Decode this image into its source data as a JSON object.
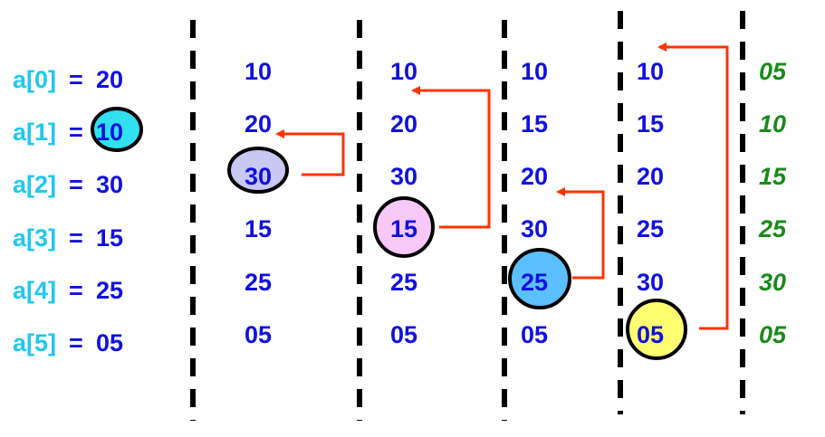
{
  "colors": {
    "index_label": "#1ec8f0",
    "value": "#1010e0",
    "final_value": "#1a8a1a",
    "arrow": "#ff3300",
    "divider": "#000000",
    "circle_cyan": "#30e0f0",
    "circle_lavender": "#c8c8f2",
    "circle_pink": "#f8c8f8",
    "circle_blue": "#5ac0ff",
    "circle_yellow": "#ffff70"
  },
  "initial_array": [
    {
      "index": "a[0]",
      "eq": "=",
      "value": "20"
    },
    {
      "index": "a[1]",
      "eq": "=",
      "value": "10"
    },
    {
      "index": "a[2]",
      "eq": "=",
      "value": "30"
    },
    {
      "index": "a[3]",
      "eq": "=",
      "value": "15"
    },
    {
      "index": "a[4]",
      "eq": "=",
      "value": "25"
    },
    {
      "index": "a[5]",
      "eq": "=",
      "value": "05"
    }
  ],
  "passes": [
    {
      "values": [
        "10",
        "20",
        "30",
        "15",
        "25",
        "05"
      ],
      "key_index": 2
    },
    {
      "values": [
        "10",
        "20",
        "30",
        "15",
        "25",
        "05"
      ],
      "key_index": 3
    },
    {
      "values": [
        "10",
        "15",
        "20",
        "30",
        "25",
        "05"
      ],
      "key_index": 4
    },
    {
      "values": [
        "10",
        "15",
        "20",
        "25",
        "30",
        "05"
      ],
      "key_index": 5
    }
  ],
  "final_values": [
    "05",
    "10",
    "15",
    "25",
    "30",
    "05"
  ]
}
